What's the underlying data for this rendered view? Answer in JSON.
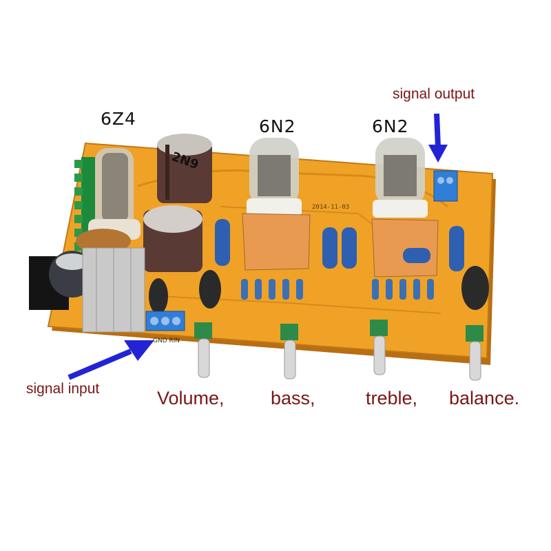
{
  "labels": {
    "tube_left": "6Z4",
    "tube_mid": "6N2",
    "tube_right": "6N2",
    "signal_output": "signal output",
    "signal_input": "signal input",
    "volume": "Volume,",
    "bass": "bass,",
    "treble": "treble,",
    "balance": "balance."
  },
  "board": {
    "date_mark": "2014-11-03",
    "input_terminal_text": "GND RIN",
    "capacitor_print": "2N9"
  },
  "colors": {
    "pcb": "#f0a226",
    "arrow": "#2323d6",
    "label_text": "#7a1616",
    "terminal_blue": "#2f7fd8",
    "film_cap_blue": "#2f5fb0",
    "heatsink": "#c9c9c9"
  }
}
